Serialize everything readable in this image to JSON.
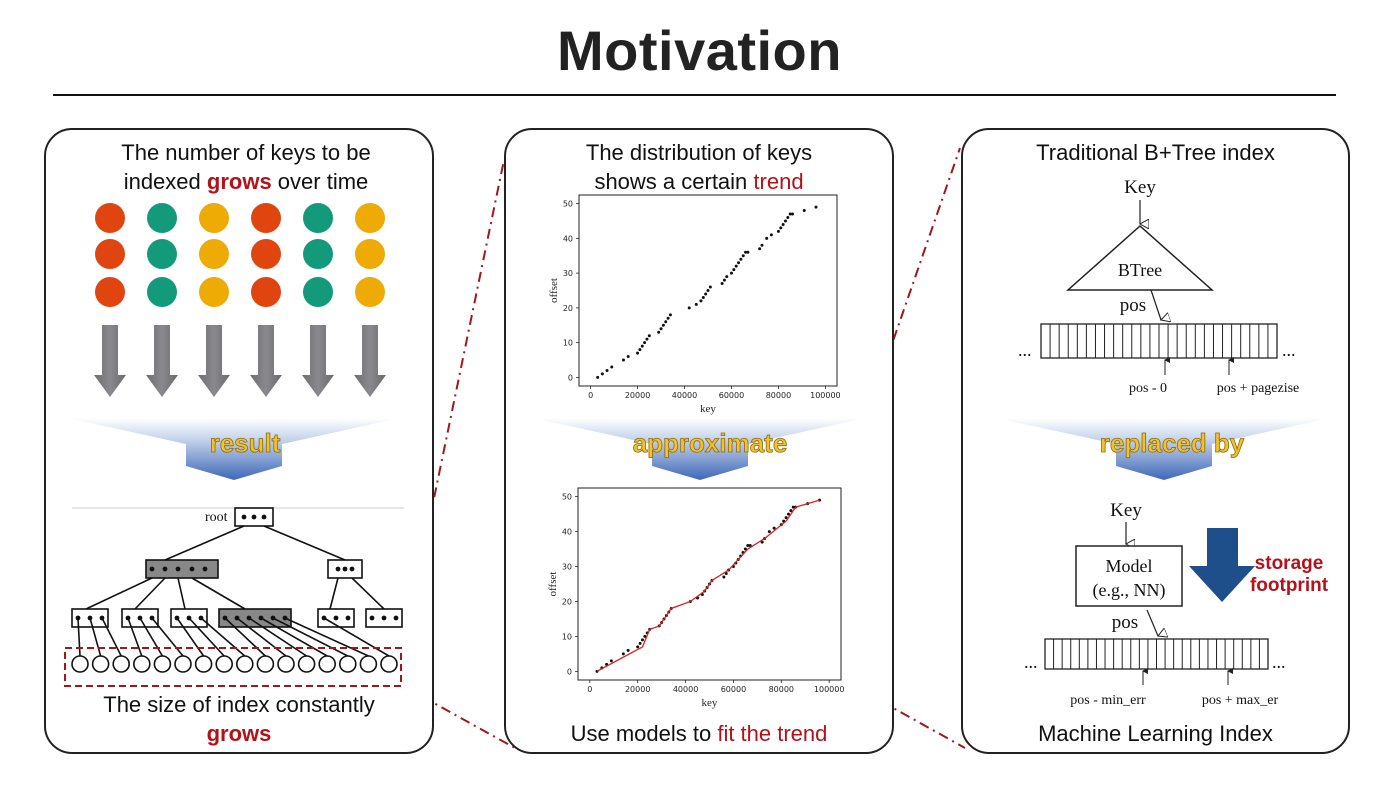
{
  "title": "Motivation",
  "panel1": {
    "top_line1": "The number of keys to be",
    "top_line2_pre": "indexed ",
    "top_line2_emph": "grows",
    "top_line2_post": " over time",
    "dot_colors": [
      "#e0450f",
      "#139a7a",
      "#efab05"
    ],
    "arrow_label": "result",
    "tree_root_label": "root",
    "bottom_line1": "The size of index constantly",
    "bottom_line2": "grows"
  },
  "panel2": {
    "top_line1": "The distribution of keys",
    "top_line2_pre": "shows a certain ",
    "top_line2_emph": "trend",
    "arrow_label": "approximate",
    "bottom_pre": "Use models to ",
    "bottom_emph": "fit the trend"
  },
  "panel3": {
    "top_line": "Traditional B+Tree index",
    "key_label": "Key",
    "btree_label": "BTree",
    "pos_label": "pos",
    "ellipsis": "...",
    "pos_minus": "pos - 0",
    "pos_plus": "pos + pagezise",
    "arrow_label": "replaced by",
    "key_label2": "Key",
    "model_line1": "Model",
    "model_line2": "(e.g., NN)",
    "pos_label2": "pos",
    "pos_minus2": "pos - min_err",
    "pos_plus2": "pos + max_er",
    "storage_line1": "storage",
    "storage_line2": "footprint",
    "bottom_line": "Machine Learning Index"
  },
  "chart_data": [
    {
      "type": "scatter",
      "xlabel": "key",
      "ylabel": "offset",
      "xlim": [
        0,
        100000
      ],
      "ylim": [
        0,
        50
      ],
      "xticks": [
        "0",
        "20000",
        "40000",
        "60000",
        "80000",
        "100000"
      ],
      "yticks": [
        "0",
        "10",
        "20",
        "30",
        "40",
        "50"
      ],
      "x": [
        3000,
        5000,
        7000,
        9000,
        14000,
        16000,
        20000,
        21000,
        22000,
        23000,
        24000,
        25000,
        29000,
        30000,
        31000,
        32000,
        33000,
        34000,
        42000,
        45000,
        47000,
        48000,
        49000,
        50000,
        51000,
        56000,
        57000,
        58000,
        60000,
        61000,
        62000,
        63000,
        64000,
        65000,
        66000,
        67000,
        72000,
        73000,
        75000,
        77000,
        80000,
        81000,
        82000,
        83000,
        84000,
        85000,
        86000,
        91000,
        96000
      ],
      "y": [
        0,
        1,
        2,
        3,
        5,
        6,
        7,
        8,
        9,
        10,
        11,
        12,
        13,
        14,
        15,
        16,
        17,
        18,
        20,
        21,
        22,
        23,
        24,
        25,
        26,
        27,
        28,
        29,
        30,
        31,
        32,
        33,
        34,
        35,
        36,
        36,
        37,
        38,
        40,
        41,
        42,
        43,
        44,
        45,
        46,
        47,
        47,
        48,
        49
      ]
    },
    {
      "type": "line",
      "xlabel": "key",
      "ylabel": "offset",
      "xlim": [
        0,
        100000
      ],
      "ylim": [
        0,
        50
      ],
      "xticks": [
        "0",
        "20000",
        "40000",
        "60000",
        "80000",
        "100000"
      ],
      "yticks": [
        "0",
        "10",
        "20",
        "30",
        "40",
        "50"
      ],
      "series": [
        {
          "color": "#d42020",
          "x": [
            3000,
            22000,
            25000,
            29000,
            34000,
            42000,
            48000,
            51000,
            58000,
            66000,
            73000,
            82000,
            86000,
            96000
          ],
          "y": [
            0,
            7,
            12,
            13,
            18,
            20,
            23,
            26,
            29,
            35,
            38,
            43,
            47,
            49
          ]
        }
      ]
    }
  ]
}
